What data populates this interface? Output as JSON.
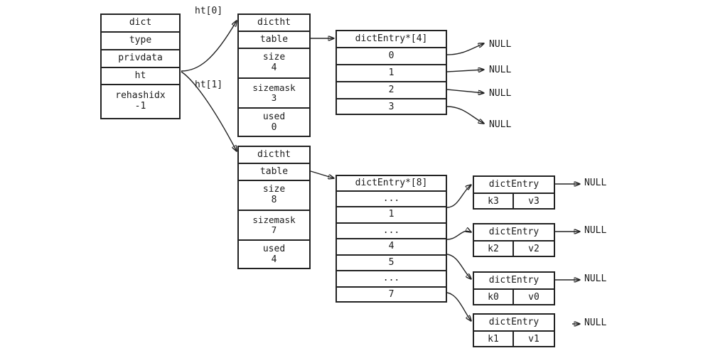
{
  "diagram": {
    "title_struct": "dict",
    "dict_struct": {
      "header": "dict",
      "fields": [
        {
          "name": "type",
          "value": ""
        },
        {
          "name": "privdata",
          "value": ""
        },
        {
          "name": "ht",
          "value": ""
        },
        {
          "name": "rehashidx",
          "value": "-1"
        }
      ]
    },
    "pointer_labels": {
      "ht0": "ht[0]",
      "ht1": "ht[1]"
    },
    "hashtables": [
      {
        "header": "dictht",
        "table_field": "table",
        "size_label": "size",
        "size_value": "4",
        "sizemask_label": "sizemask",
        "sizemask_value": "3",
        "used_label": "used",
        "used_value": "0",
        "bucket_array": {
          "header": "dictEntry*[4]",
          "slots": [
            "0",
            "1",
            "2",
            "3"
          ]
        }
      },
      {
        "header": "dictht",
        "table_field": "table",
        "size_label": "size",
        "size_value": "8",
        "sizemask_label": "sizemask",
        "sizemask_value": "7",
        "used_label": "used",
        "used_value": "4",
        "bucket_array": {
          "header": "dictEntry*[8]",
          "slots": [
            "...",
            "1",
            "...",
            "4",
            "5",
            "...",
            "7"
          ]
        }
      }
    ],
    "null_column_ht0": [
      "NULL",
      "NULL",
      "NULL",
      "NULL"
    ],
    "entries": [
      {
        "header": "dictEntry",
        "key": "k3",
        "value": "v3",
        "next": "NULL"
      },
      {
        "header": "dictEntry",
        "key": "k2",
        "value": "v2",
        "next": "NULL"
      },
      {
        "header": "dictEntry",
        "key": "k0",
        "value": "v0",
        "next": "NULL"
      },
      {
        "header": "dictEntry",
        "key": "k1",
        "value": "v1",
        "next": "NULL"
      }
    ],
    "colors": {
      "stroke": "#222222",
      "background": "#ffffff",
      "text": "#1a1a1a"
    }
  }
}
